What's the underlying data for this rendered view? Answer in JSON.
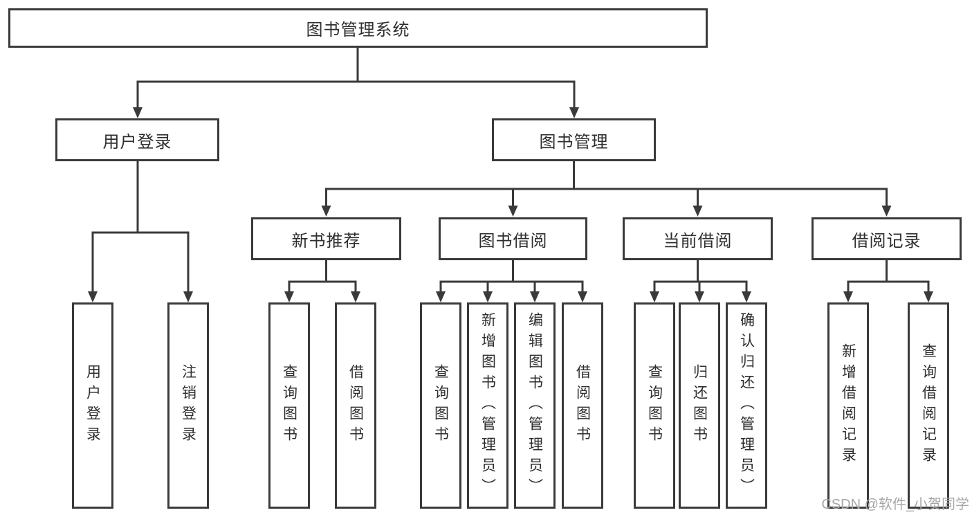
{
  "colors": {
    "line": "#3a3a3a",
    "text": "#2e2e2e",
    "watermark": "#a6a6a6",
    "background": "#ffffff"
  },
  "watermark": {
    "text": "CSDN @软件_小贺同学"
  },
  "tree": {
    "label": "图书管理系统",
    "children": [
      {
        "label": "用户登录",
        "children": [
          {
            "label": "用户登录"
          },
          {
            "label": "注销登录"
          }
        ]
      },
      {
        "label": "图书管理",
        "children": [
          {
            "label": "新书推荐",
            "children": [
              {
                "label": "查询图书"
              },
              {
                "label": "借阅图书"
              }
            ]
          },
          {
            "label": "图书借阅",
            "children": [
              {
                "label": "查询图书"
              },
              {
                "label": "新增图书（管理员）"
              },
              {
                "label": "编辑图书（管理员）"
              },
              {
                "label": "借阅图书"
              }
            ]
          },
          {
            "label": "当前借阅",
            "children": [
              {
                "label": "查询图书"
              },
              {
                "label": "归还图书"
              },
              {
                "label": "确认归还（管理员）"
              }
            ]
          },
          {
            "label": "借阅记录",
            "children": [
              {
                "label": "新增借阅记录"
              },
              {
                "label": "查询借阅记录"
              }
            ]
          }
        ]
      }
    ]
  }
}
